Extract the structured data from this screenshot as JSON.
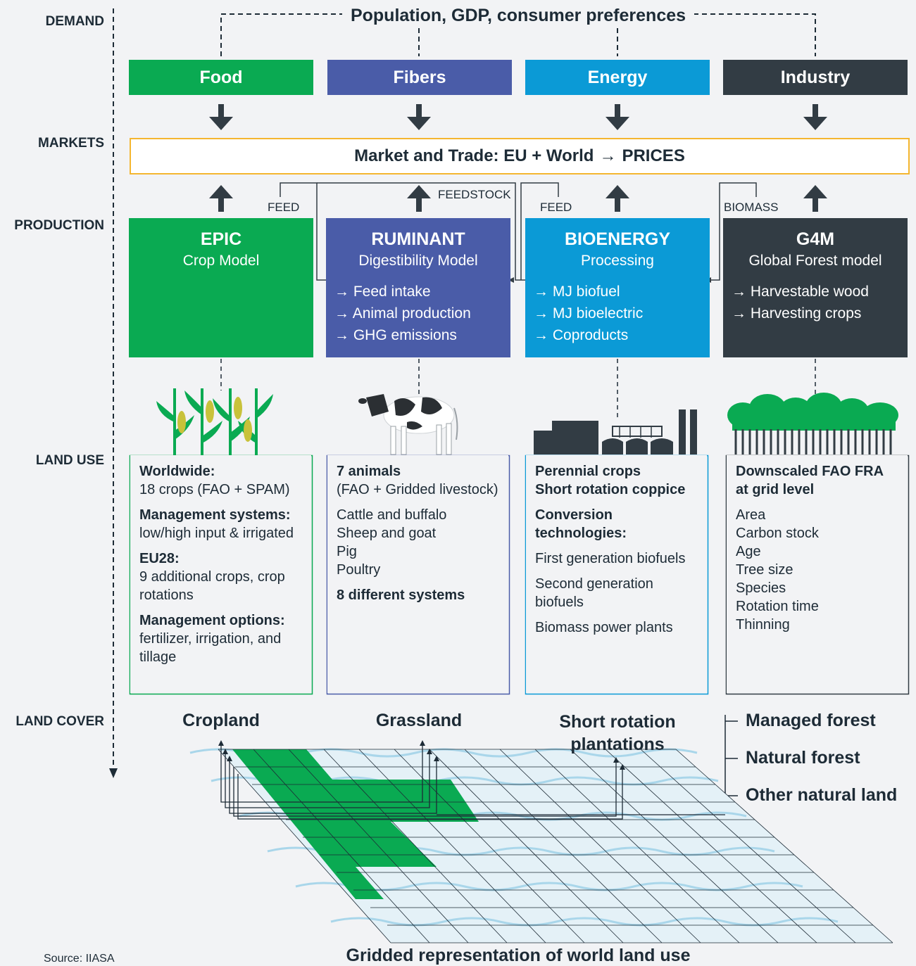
{
  "rows": {
    "demand": "DEMAND",
    "markets": "MARKETS",
    "production": "PRODUCTION",
    "land_use": "LAND USE",
    "land_cover": "LAND COVER"
  },
  "demand_drivers": "Population, GDP, consumer preferences",
  "demand_boxes": [
    "Food",
    "Fibers",
    "Energy",
    "Industry"
  ],
  "market": {
    "text": "Market and Trade: EU + World",
    "arrow": "→",
    "prices": "PRICES"
  },
  "flow_labels": {
    "feed1": "FEED",
    "feedstock": "FEEDSTOCK",
    "feed2": "FEED",
    "biomass": "BIOMASS"
  },
  "models": [
    {
      "title": "EPIC",
      "subtitle": "Crop Model",
      "items": []
    },
    {
      "title": "RUMINANT",
      "subtitle": "Digestibility Model",
      "items": [
        "Feed intake",
        "Animal production",
        "GHG emissions"
      ]
    },
    {
      "title": "BIOENERGY",
      "subtitle": "Processing",
      "items": [
        "MJ biofuel",
        "MJ bioelectric",
        "Coproducts"
      ]
    },
    {
      "title": "G4M",
      "subtitle": "Global Forest model",
      "items": [
        "Harvestable wood",
        "Harvesting crops"
      ]
    }
  ],
  "land_use": {
    "crops": {
      "worldwide_h": "Worldwide:",
      "worldwide": "18 crops (FAO + SPAM)",
      "mgmt_h": "Management systems:",
      "mgmt": "low/high input & irrigated",
      "eu_h": "EU28:",
      "eu": "9 additional crops, crop rotations",
      "opt_h": "Management options:",
      "opt": "fertilizer, irrigation, and tillage"
    },
    "animals": {
      "h": "7 animals",
      "sub": "(FAO + Gridded livestock)",
      "list": [
        "Cattle and buffalo",
        "Sheep and goat",
        "Pig",
        "Poultry"
      ],
      "systems": "8 different systems"
    },
    "bioenergy": {
      "h1": "Perennial crops",
      "h2": "Short rotation coppice",
      "conv_h": "Conversion technologies:",
      "list": [
        "First generation biofuels",
        "Second generation biofuels",
        "Biomass power plants"
      ]
    },
    "forest": {
      "h": "Downscaled FAO FRA at grid level",
      "list": [
        "Area",
        "Carbon stock",
        "Age",
        "Tree size",
        "Species",
        "Rotation time",
        "Thinning"
      ]
    }
  },
  "land_cover": {
    "cropland": "Cropland",
    "grassland": "Grassland",
    "short_rotation": "Short rotation plantations",
    "managed_forest": "Managed forest",
    "natural_forest": "Natural forest",
    "other_natural": "Other natural land"
  },
  "grid_caption": "Gridded representation of world land use",
  "source": "Source: IIASA",
  "colors": {
    "food": "#0aaa52",
    "fibers": "#4a5ca8",
    "energy": "#0b9ad6",
    "industry": "#323c44",
    "market_border": "#f4b630"
  }
}
